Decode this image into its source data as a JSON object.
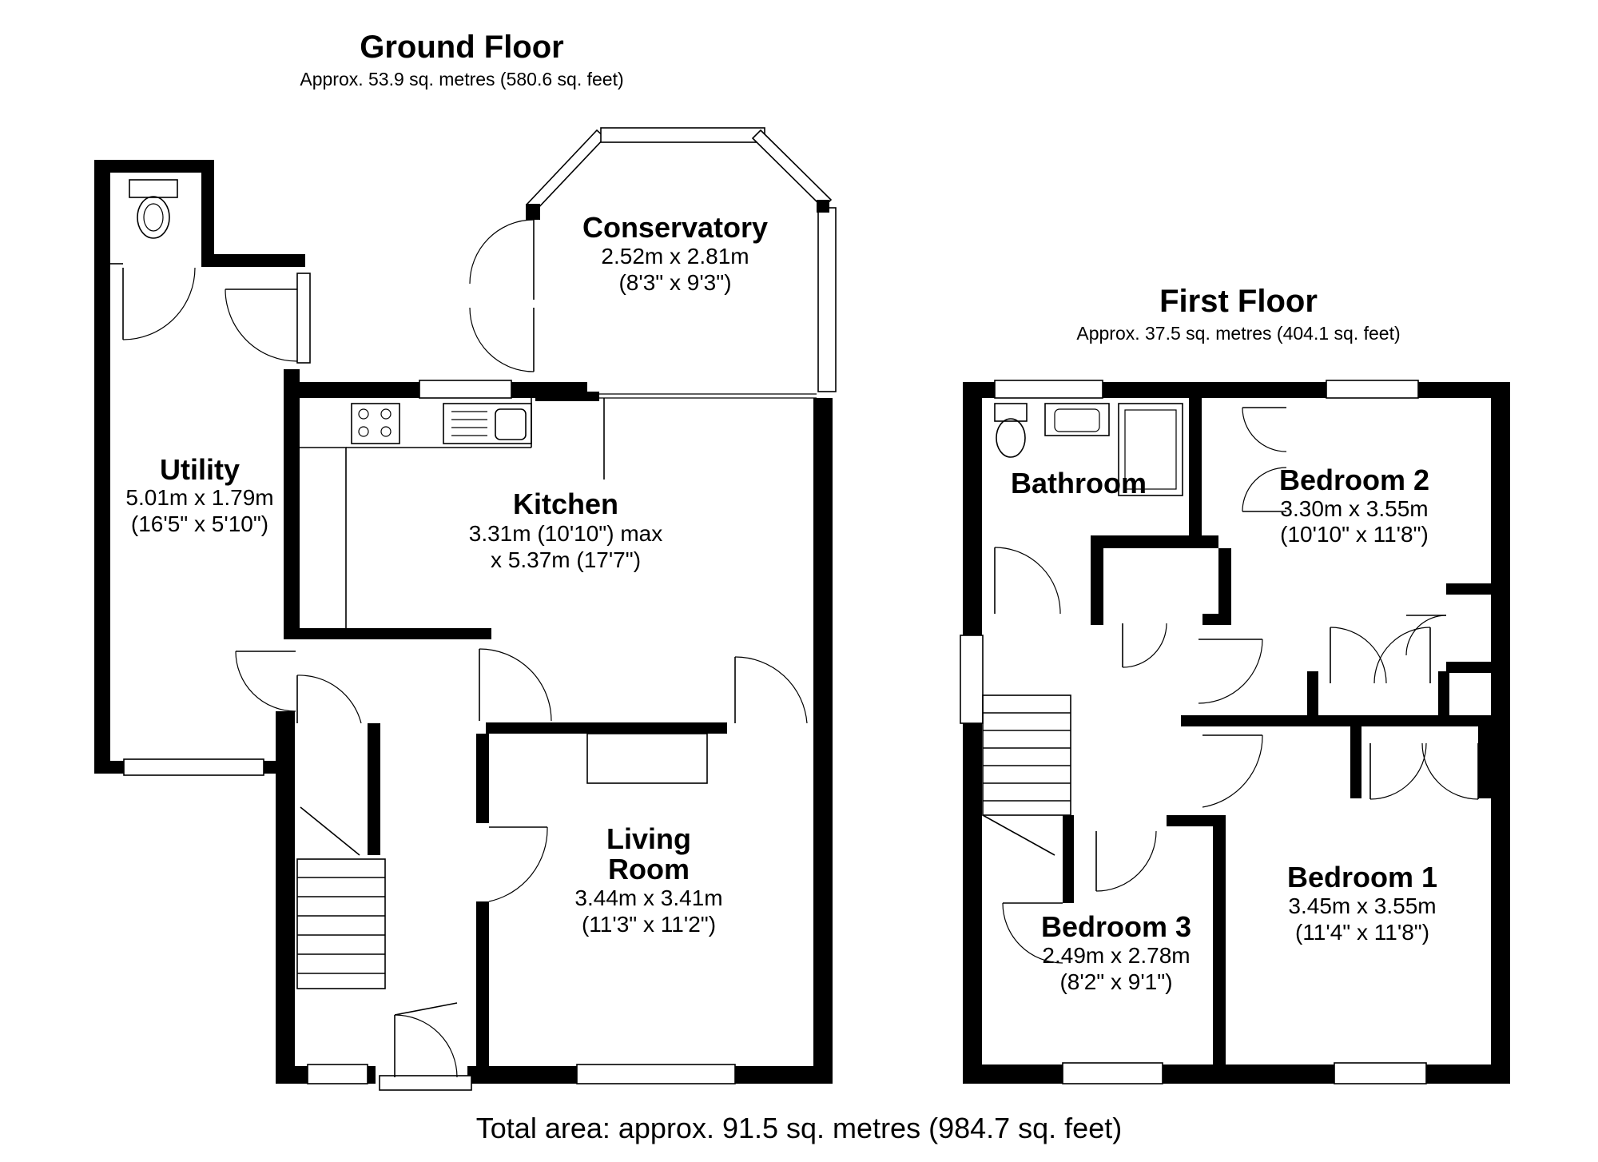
{
  "ground_floor": {
    "title": "Ground Floor",
    "area": "Approx. 53.9 sq. metres (580.6 sq. feet)",
    "rooms": {
      "conservatory": {
        "name": "Conservatory",
        "dim1": "2.52m x 2.81m",
        "dim2": "(8'3\" x 9'3\")"
      },
      "utility": {
        "name": "Utility",
        "dim1": "5.01m x 1.79m",
        "dim2": "(16'5\" x 5'10\")"
      },
      "kitchen": {
        "name": "Kitchen",
        "dim1": "3.31m (10'10\") max",
        "dim2": "x 5.37m (17'7\")"
      },
      "living_room": {
        "name_line1": "Living",
        "name_line2": "Room",
        "dim1": "3.44m x 3.41m",
        "dim2": "(11'3\" x 11'2\")"
      }
    }
  },
  "first_floor": {
    "title": "First Floor",
    "area": "Approx. 37.5 sq. metres (404.1 sq. feet)",
    "rooms": {
      "bathroom": {
        "name": "Bathroom"
      },
      "bedroom_2": {
        "name": "Bedroom 2",
        "dim1": "3.30m x 3.55m",
        "dim2": "(10'10\" x 11'8\")"
      },
      "bedroom_1": {
        "name": "Bedroom 1",
        "dim1": "3.45m x 3.55m",
        "dim2": "(11'4\" x 11'8\")"
      },
      "bedroom_3": {
        "name": "Bedroom 3",
        "dim1": "2.49m x 2.78m",
        "dim2": "(8'2\" x 9'1\")"
      }
    }
  },
  "total_area": "Total area: approx. 91.5 sq. metres (984.7 sq. feet)"
}
